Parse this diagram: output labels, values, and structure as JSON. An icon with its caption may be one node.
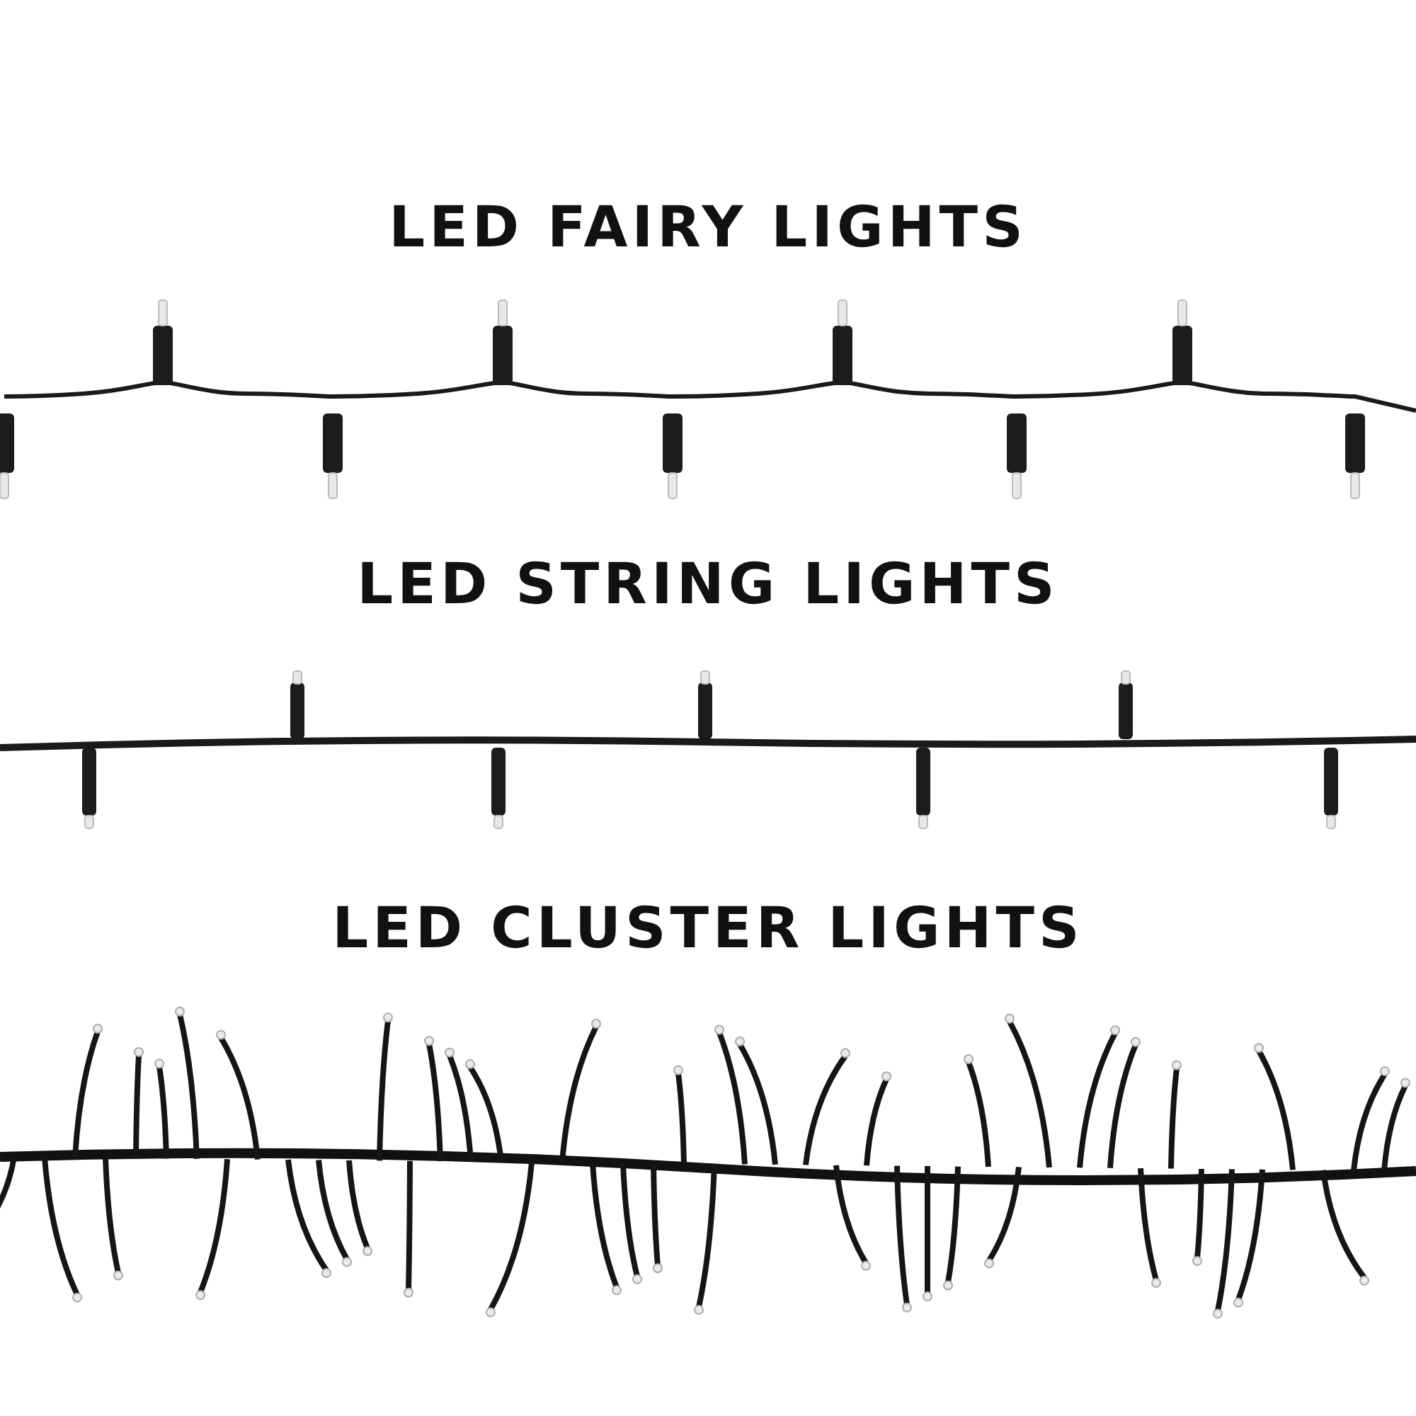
{
  "diagram": {
    "labels": [
      "LED FAIRY LIGHTS",
      "LED STRING LIGHTS",
      "LED CLUSTER LIGHTS"
    ]
  }
}
